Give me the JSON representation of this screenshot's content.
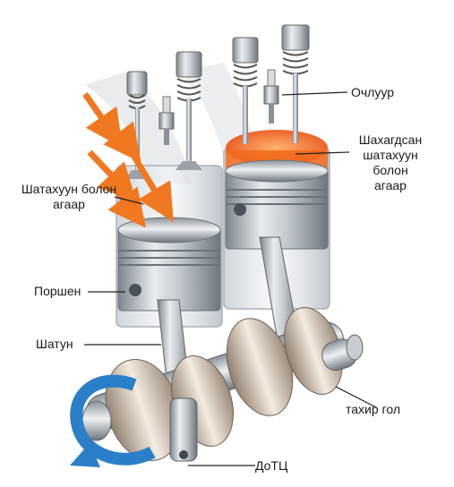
{
  "labels": {
    "spark_plug": "Очлуур",
    "compressed_mixture": [
      "Шахагдсан",
      "шатахуун",
      "болон",
      "агаар"
    ],
    "intake_mixture": [
      "Шатахуун болон",
      "агаар"
    ],
    "piston": "Поршен",
    "connecting_rod": "Шатун",
    "crankshaft": "тахир гол",
    "bdc": "ДоТЦ"
  },
  "colors": {
    "intake_arrow": "#f07820",
    "combustion": "#f26a1b",
    "rotation_arrow": "#2a7fc8",
    "cylinder_wall": "#d7dde2",
    "metal": "#b9bfc5",
    "counterweight": "#f2e6d6"
  }
}
